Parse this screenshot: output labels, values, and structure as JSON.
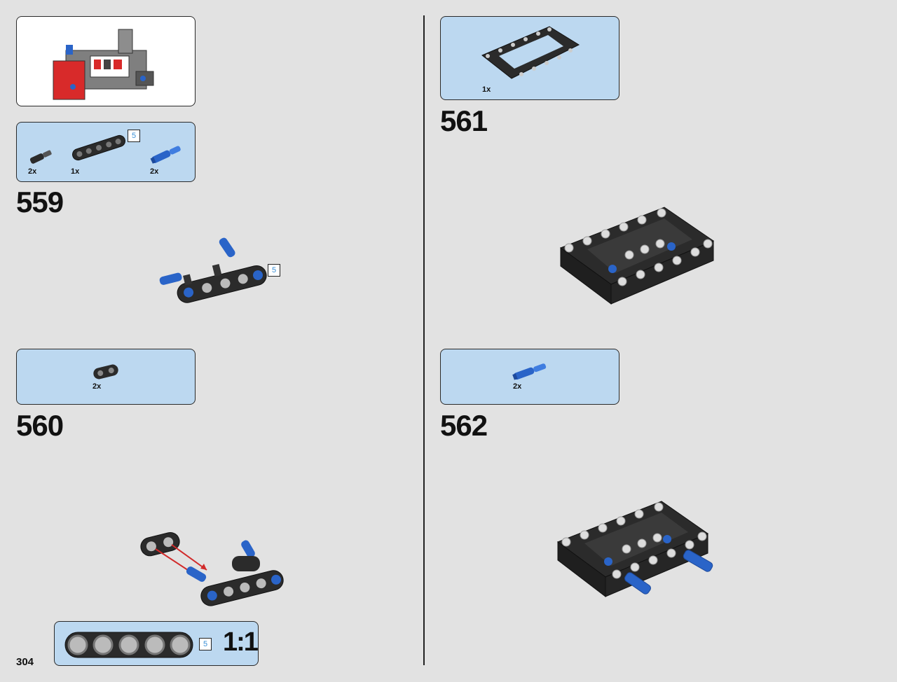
{
  "page": {
    "number": "304"
  },
  "steps": [
    {
      "number": "559",
      "parts": [
        {
          "qty": "2x",
          "icon": "black-axle-pin-icon"
        },
        {
          "qty": "1x",
          "icon": "black-5-beam-icon",
          "length": "5"
        },
        {
          "qty": "2x",
          "icon": "blue-axle-pin-icon"
        }
      ],
      "callout_length": "5"
    },
    {
      "number": "560",
      "parts": [
        {
          "qty": "2x",
          "icon": "black-2-beam-icon"
        }
      ]
    },
    {
      "number": "561",
      "parts": [
        {
          "qty": "1x",
          "icon": "black-frame-icon"
        }
      ]
    },
    {
      "number": "562",
      "parts": [
        {
          "qty": "2x",
          "icon": "blue-axle-pin-icon"
        }
      ]
    }
  ],
  "ruler": {
    "length": "5",
    "scale": "1:1"
  },
  "colors": {
    "background": "#e2e2e2",
    "callout_blue": "#bcd8f0",
    "part_black": "#2b2b2b",
    "part_blue": "#2a64c8",
    "model_red": "#d82a2a",
    "arrow_red": "#d12a2a",
    "length_text": "#3a8fd6"
  }
}
